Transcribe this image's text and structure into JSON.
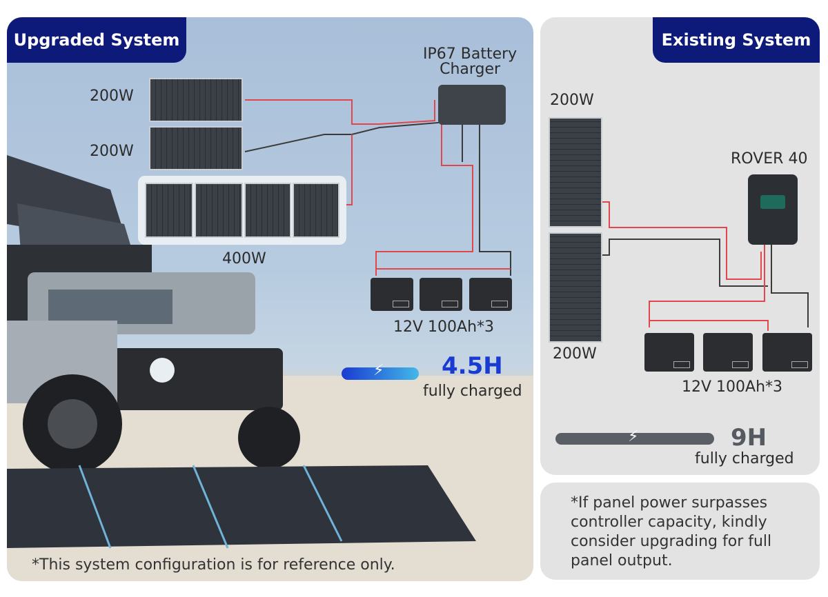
{
  "upgraded": {
    "tag": "Upgraded System",
    "charger_label_line1": "IP67 Battery",
    "charger_label_line2": "Charger",
    "panel1_label": "200W",
    "panel2_label": "200W",
    "folding_panel_label": "400W",
    "battery_label": "12V 100Ah*3",
    "charge_time": "4.5H",
    "charge_text": "fully charged",
    "footnote": "*This system configuration is  for reference only.",
    "accent": "#1a3bd1"
  },
  "existing": {
    "tag": "Existing System",
    "panel1_label": "200W",
    "panel2_label": "200W",
    "controller_label": "ROVER 40",
    "battery_label": "12V 100Ah*3",
    "charge_time": "9H",
    "charge_text": "fully charged",
    "accent": "#555a61"
  },
  "note": "*If panel power surpasses\ncontroller capacity, kindly\nconsider upgrading for full\npanel output.",
  "colors": {
    "tag_bg": "#0e1a7a",
    "wire_red": "#e0474c",
    "wire_black": "#3a3a3a"
  },
  "icons": [
    "lightning-icon"
  ]
}
